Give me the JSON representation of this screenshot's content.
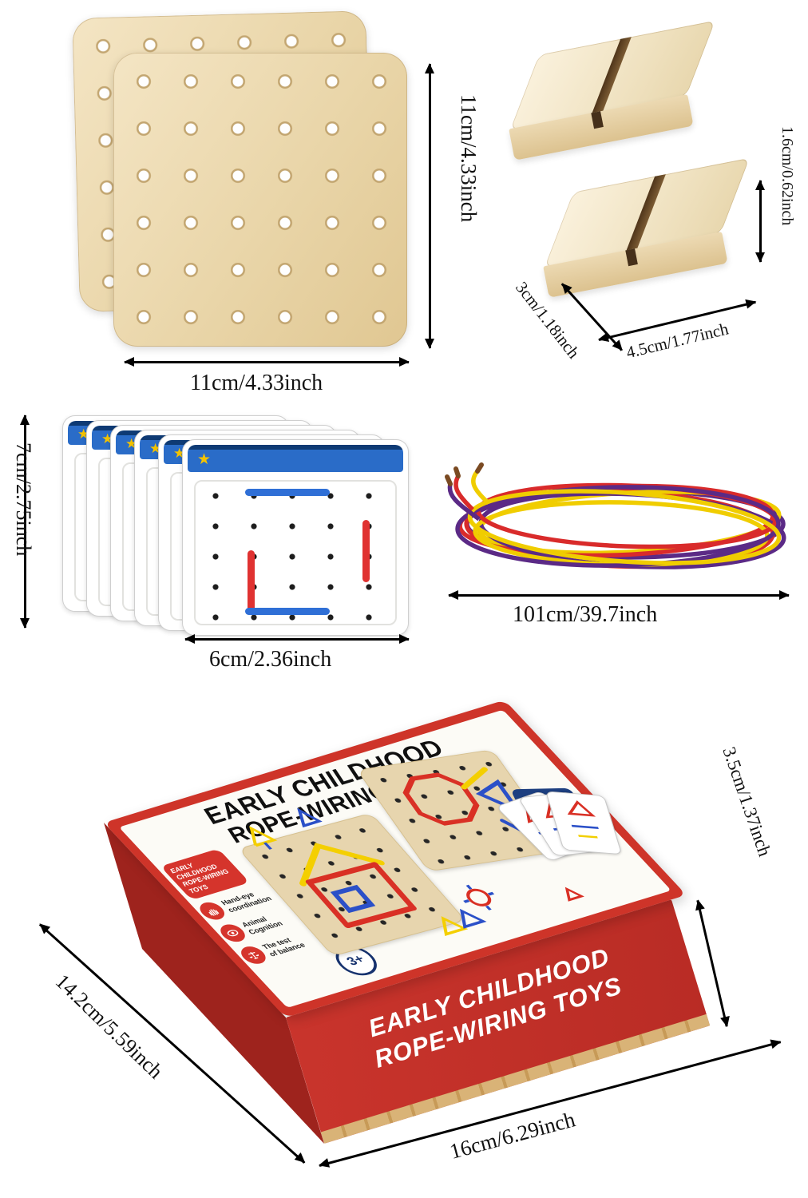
{
  "product": {
    "pegboard": {
      "height_label": "11cm/4.33inch",
      "width_label": "11cm/4.33inch"
    },
    "stand": {
      "height_label": "1.6cm/0.62inch",
      "depth_label": "3cm/1.18inch",
      "width_label": "4.5cm/1.77inch"
    },
    "cards": {
      "height_label": "7cm/2.75inch",
      "width_label": "6cm/2.36inch"
    },
    "rope": {
      "length_label": "101cm/39.7inch"
    },
    "box": {
      "height_label": "3.5cm/1.37inch",
      "depth_label": "14.2cm/5.59inch",
      "width_label": "16cm/6.29inch",
      "top": {
        "title_line1": "EARLY CHILDHOOD",
        "title_line2": "ROPE-WIRING TOYS",
        "logo_lines": [
          "EARLY",
          "CHILDHOOD",
          "ROPE-WIRING",
          "TOYS"
        ],
        "features": [
          {
            "line1": "Hand-eye",
            "line2": "coordination"
          },
          {
            "line1": "Animal",
            "line2": "Cognition"
          },
          {
            "line1": "The test",
            "line2": "of balance"
          }
        ],
        "age_badge": "3+"
      },
      "front": {
        "title_line1": "EARLY CHILDHOOD",
        "title_line2": "ROPE-WIRING TOYS"
      }
    }
  },
  "icons": {
    "star": "★"
  },
  "colors": {
    "box_red": "#ce3429",
    "card_blue": "#2a6cc8",
    "segment_red": "#e03231",
    "rope_purple": "#5b2a86",
    "rope_red": "#d92b2b",
    "rope_yellow": "#f0cd00",
    "wood": "#eedcb7"
  }
}
